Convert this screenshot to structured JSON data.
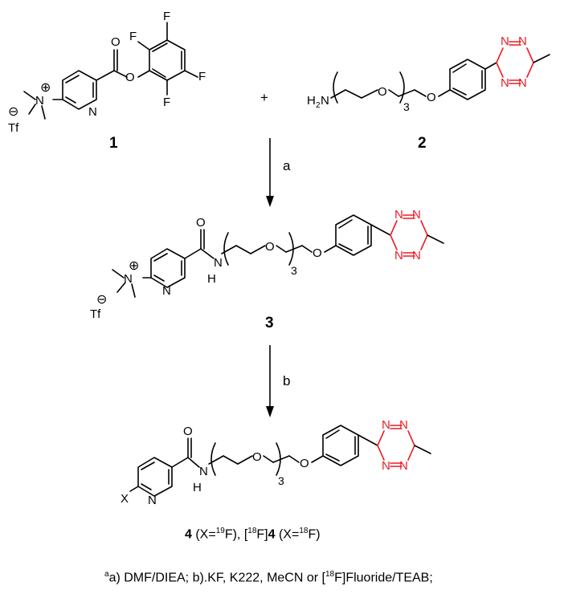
{
  "compounds": {
    "c1": {
      "label": "1",
      "atoms": {
        "f": "F",
        "o": "O",
        "n": "N",
        "nplus": "N",
        "charge": "⊕",
        "anion": "Tf",
        "anion_charge": "⊖"
      }
    },
    "c2": {
      "label": "2",
      "atoms": {
        "nh2": "H",
        "nh2_sub": "2",
        "nh2_n": "N",
        "o": "O",
        "repeat": "3",
        "tz_n": "N"
      },
      "plus": "+"
    },
    "c3": {
      "label": "3",
      "atoms": {
        "o": "O",
        "nh": "N",
        "h": "H",
        "repeat": "3",
        "n": "N",
        "nplus": "N",
        "charge": "⊕",
        "anion": "Tf",
        "anion_charge": "⊖",
        "tz_n": "N"
      }
    },
    "c4": {
      "atoms": {
        "o": "O",
        "nh": "N",
        "h": "H",
        "repeat": "3",
        "n": "N",
        "x": "X",
        "tz_n": "N"
      }
    }
  },
  "arrows": {
    "a": "a",
    "b": "b"
  },
  "caption4": {
    "bold4": "4",
    "p1": " (X=",
    "sup19": "19",
    "p2": "F), [",
    "sup18a": "18",
    "p3": "F]",
    "bold4b": "4",
    "p4": " (X=",
    "sup18b": "18",
    "p5": "F)"
  },
  "footnote": {
    "sup": "a",
    "text": "a) DMF/DIEA; b).KF, K222, MeCN or [",
    "sup18": "18",
    "text2": "F]Fluoride/TEAB;"
  },
  "colors": {
    "tetrazine": "#ee1c25",
    "text": "#000000"
  }
}
